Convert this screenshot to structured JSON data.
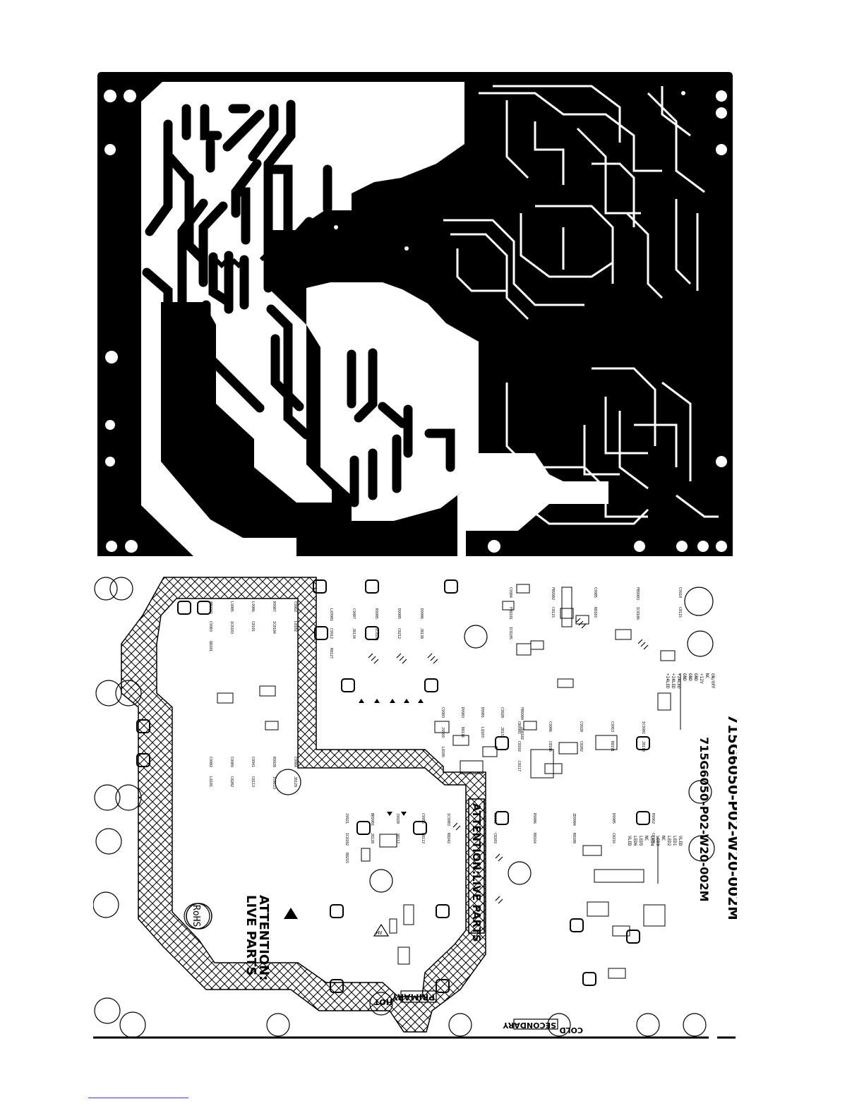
{
  "board": {
    "model_top": "715G6050-P02-W20-002M",
    "model_bottom": "715G6050-P02-W20-002M"
  },
  "labels": {
    "attention_live_parts": "ATTENTION:LIVE PARTS",
    "attention": "ATTENTION:",
    "live_parts": "LIVE PARTS",
    "rohs": "RoHS",
    "primary": "PRIMARY",
    "hot": "HOT",
    "secondary": "SECONDARY",
    "cold": "COLD",
    "hv": "HV"
  },
  "connector_pins": [
    "ON/OFF",
    "NC",
    "+12V",
    "GND",
    "GND",
    "GND",
    "+24LED",
    "+24LED",
    "+24LED"
  ],
  "led_pins": [
    "VLED",
    "LED1",
    "LED2",
    "NC",
    "LED3",
    "LED4",
    "NC",
    "LED5",
    "LED6",
    "VLED"
  ],
  "components": [
    "FB9901",
    "LX9901",
    "C9903",
    "C9904",
    "CN9901",
    "J9921",
    "R9901",
    "C9902",
    "L9905",
    "C9907",
    "D9903",
    "FB9902",
    "C9906",
    "BR9901",
    "R9906",
    "C9909",
    "L9906",
    "R9905",
    "D9901",
    "C9905",
    "C9920",
    "J9920",
    "ZD9904",
    "C9941",
    "R9907",
    "D9905",
    "C9920",
    "FB9903",
    "C9953",
    "C9955",
    "D9905",
    "R9928",
    "C9962",
    "D9906",
    "FB9904",
    "C9910",
    "IC9901",
    "IC9903",
    "R9962",
    "C9984",
    "C9903",
    "C9912",
    "J9969",
    "FB8101",
    "C8102",
    "IC8102",
    "C8103",
    "L8101",
    "IC8103",
    "J8134",
    "R8116",
    "C8115",
    "C8106",
    "J8128",
    "R8164",
    "C8202",
    "C8101",
    "IC8101",
    "L8103",
    "R8103",
    "C8202",
    "J8112",
    "R8108",
    "C8113",
    "IC8104",
    "C8212",
    "J8132",
    "IC8106",
    "R8191",
    "R8112",
    "C8216",
    "IC8113",
    "L8102",
    "J8138",
    "ZD8102",
    "C8115",
    "J8119",
    "R8242",
    "C8109",
    "J8129",
    "Q8101",
    "R8127",
    "L8105",
    "IC8105",
    "C8117",
    "R8215"
  ]
}
